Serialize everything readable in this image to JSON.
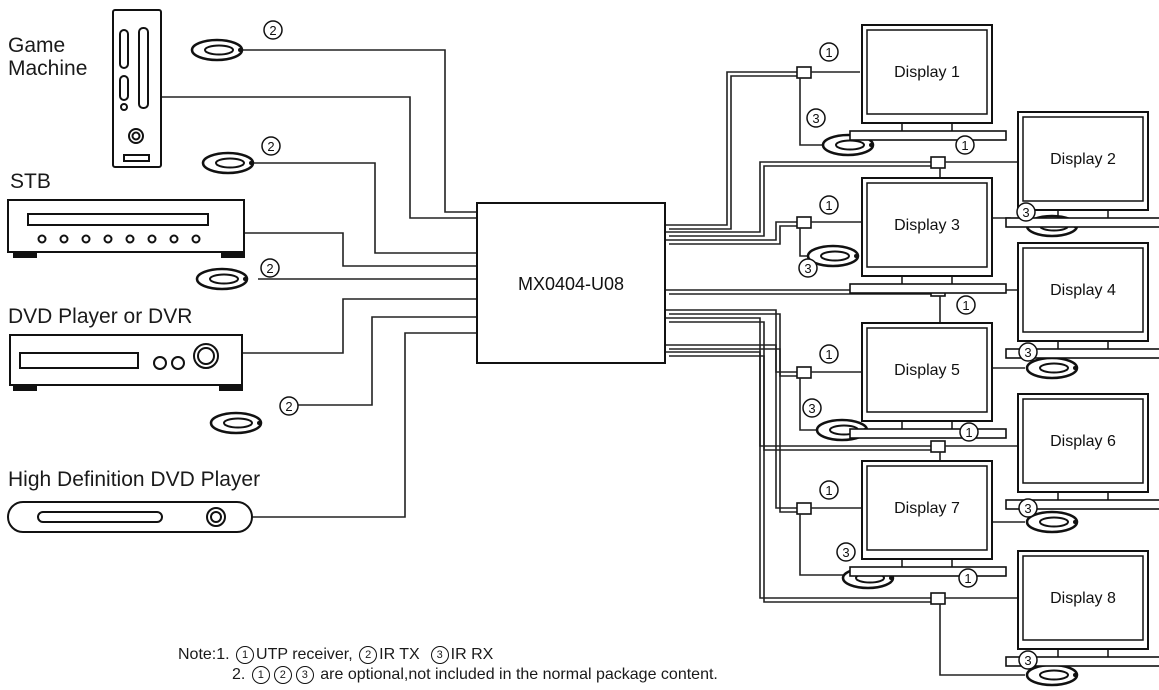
{
  "devices": {
    "game_machine": "Game\nMachine",
    "stb": "STB",
    "dvd": "DVD Player or DVR",
    "hd_dvd": "High Definition DVD Player"
  },
  "hub": {
    "label": "MX0404-U08"
  },
  "displays": [
    "Display 1",
    "Display 2",
    "Display 3",
    "Display 4",
    "Display 5",
    "Display 6",
    "Display 7",
    "Display 8"
  ],
  "markers": {
    "one": "1",
    "two": "2",
    "three": "3"
  },
  "note": {
    "prefix": "Note:1.",
    "item1": "UTP receiver,",
    "item2": "IR TX",
    "item3": "IR RX",
    "line2_prefix": "2.",
    "line2_text": "are optional,not included in the normal package content."
  }
}
